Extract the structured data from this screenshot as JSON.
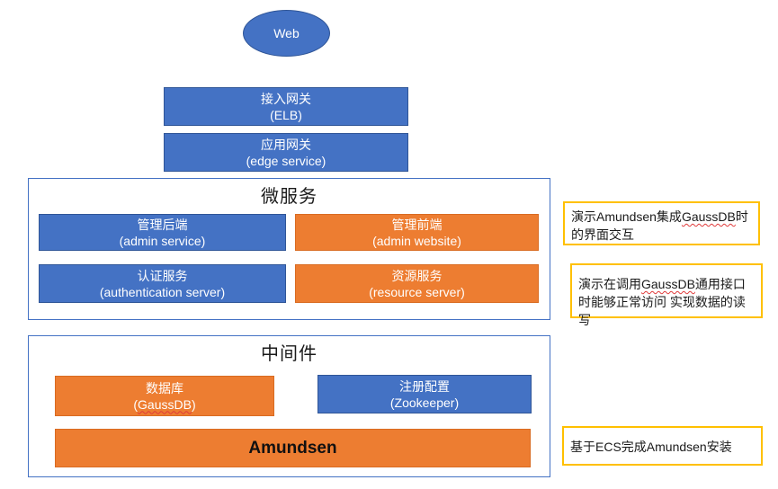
{
  "web_node": {
    "label": "Web"
  },
  "gateways": [
    {
      "title": "接入网关",
      "subtitle": "(ELB)"
    },
    {
      "title": "应用网关",
      "subtitle": "(edge service)"
    }
  ],
  "microservices": {
    "title": "微服务",
    "boxes": [
      {
        "title": "管理后端",
        "subtitle": "(admin service)",
        "color": "blue"
      },
      {
        "title": "管理前端",
        "subtitle": "(admin website)",
        "color": "orange"
      },
      {
        "title": "认证服务",
        "subtitle": "(authentication server)",
        "color": "blue"
      },
      {
        "title": "资源服务",
        "subtitle": "(resource server)",
        "color": "orange"
      }
    ]
  },
  "middleware": {
    "title": "中间件",
    "db_box": {
      "title": "数据库",
      "sub_open": "(",
      "sub_word": "GaussDB",
      "sub_close": ")",
      "color": "orange"
    },
    "zk_box": {
      "title": "注册配置",
      "subtitle": "(Zookeeper)",
      "color": "blue"
    },
    "amundsen_label": "Amundsen"
  },
  "annotations": [
    {
      "pre": "演示Amundsen集成",
      "word": "GaussDB",
      "post": "时的界面交互"
    },
    {
      "pre": "演示在调用",
      "word": "GaussDB",
      "post": "通用接口时能够正常访问 实现数据的读写"
    },
    {
      "text": "基于ECS完成Amundsen安装"
    }
  ],
  "colors": {
    "shape_blue": "#4472C4",
    "shape_blue_border": "#2F5597",
    "shape_orange": "#ED7D31",
    "shape_orange_border": "#D96B21",
    "annotation_border": "#FFC000",
    "misspell_underline": "#E03B3B",
    "shape_text": "#FFFFFF",
    "title_text": "#1A1A1A"
  }
}
